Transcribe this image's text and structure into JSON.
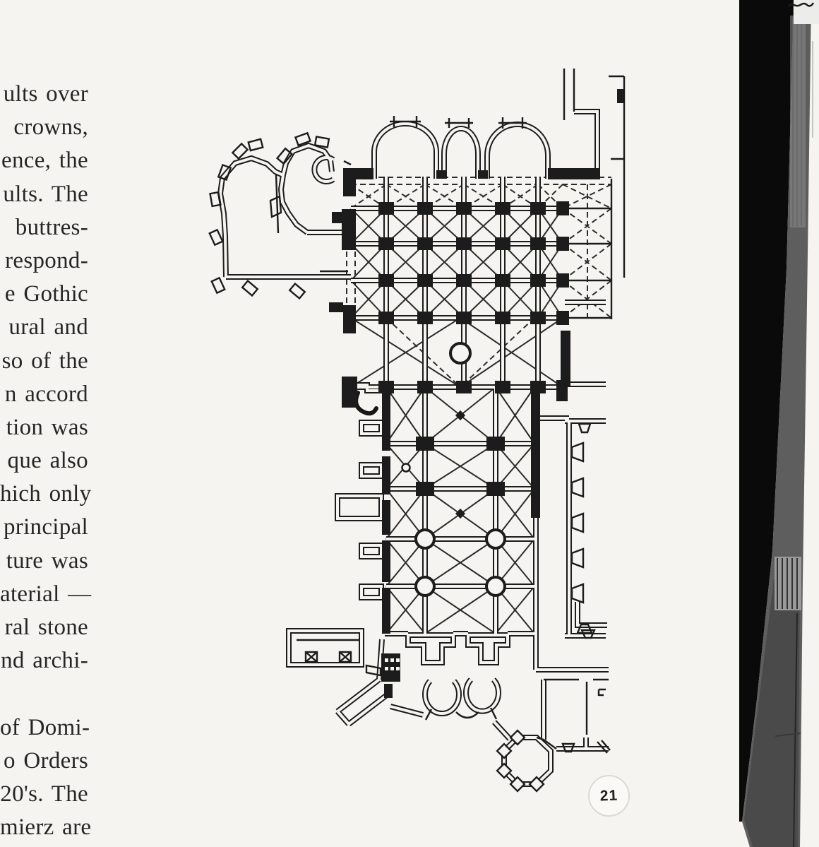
{
  "page": {
    "paper_color": "#f5f4f0",
    "ink_color": "#1c1c1c",
    "page_number": "21"
  },
  "left_text_column": {
    "lines": [
      "ults over",
      "crowns,",
      "ence, the",
      "ults. The",
      "buttres-",
      "respond-",
      "e Gothic",
      "ural and",
      "so of the",
      "n accord",
      "tion was",
      "que also",
      "hich only",
      "principal",
      "ture was",
      "aterial —",
      "ral stone",
      "nd archi-",
      "",
      "of Domi-",
      "o Orders",
      "20's. The",
      "mierz are"
    ]
  },
  "photo_edge": {
    "black_band_color": "#0a0a0a",
    "page_edge_gray": "#5e5e5e"
  }
}
